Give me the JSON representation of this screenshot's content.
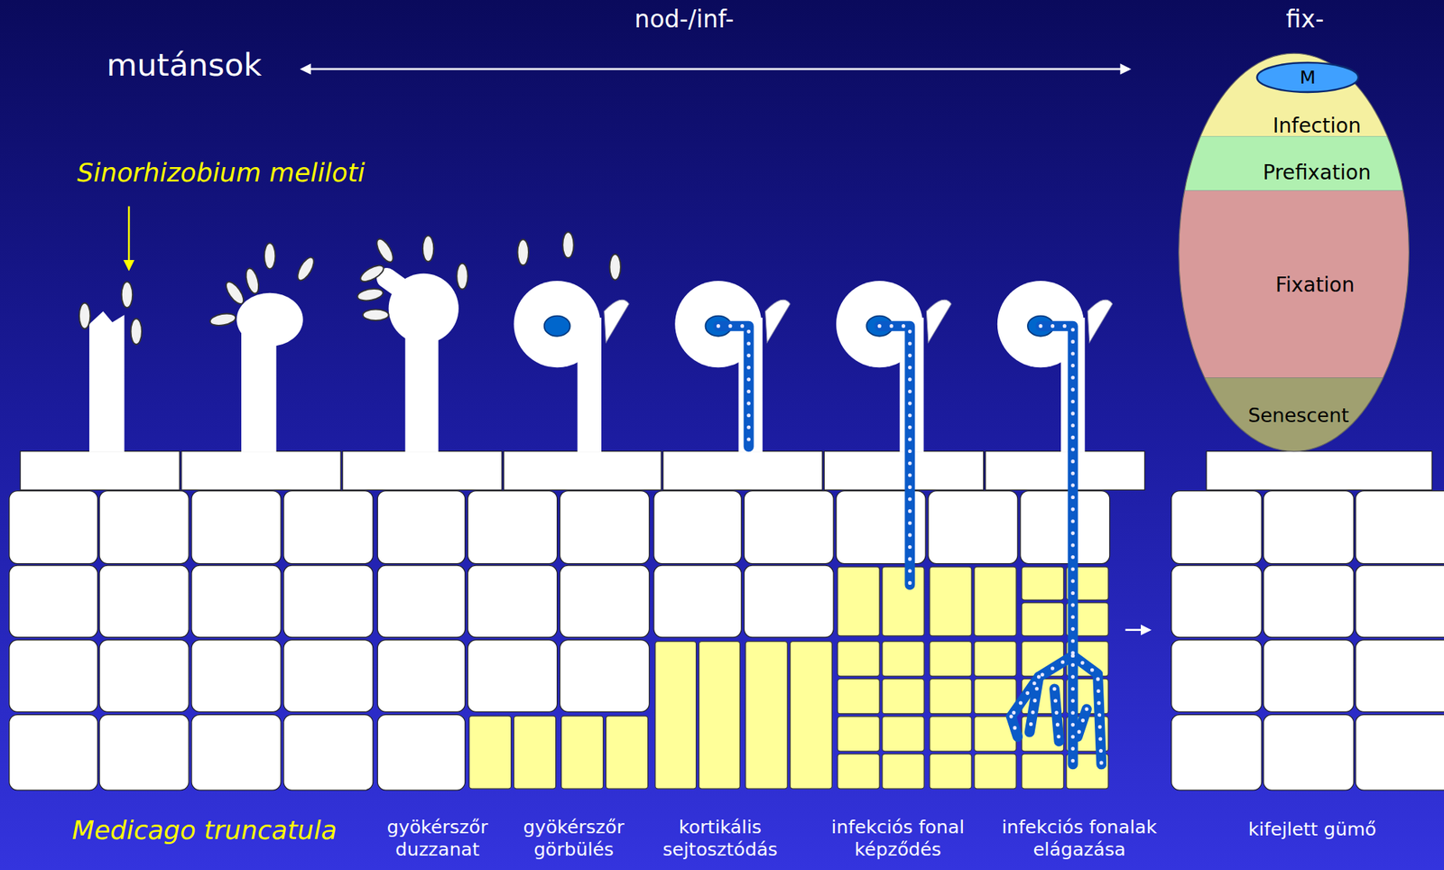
{
  "diagram": {
    "nodes": [
      {
        "text": [
          "M"
        ]
      },
      {
        "text": [
          "Infection"
        ]
      },
      {
        "text": [
          "Prefixation"
        ]
      },
      {
        "text": [
          "Fixation"
        ]
      },
      {
        "text": [
          "Senescent"
        ]
      }
    ],
    "labels": [
      "nod-/inf-",
      "fix-",
      "mutánsok",
      "Sinorhizobium meliloti",
      "Medicago truncatula",
      "gyökérszőr duzzanat",
      "gyökérszőr görbülés",
      "kortikális sejtosztódás",
      "infekciós fonal képződés",
      "infekciós fonalak elágazása",
      "kifejlett gümő"
    ]
  }
}
